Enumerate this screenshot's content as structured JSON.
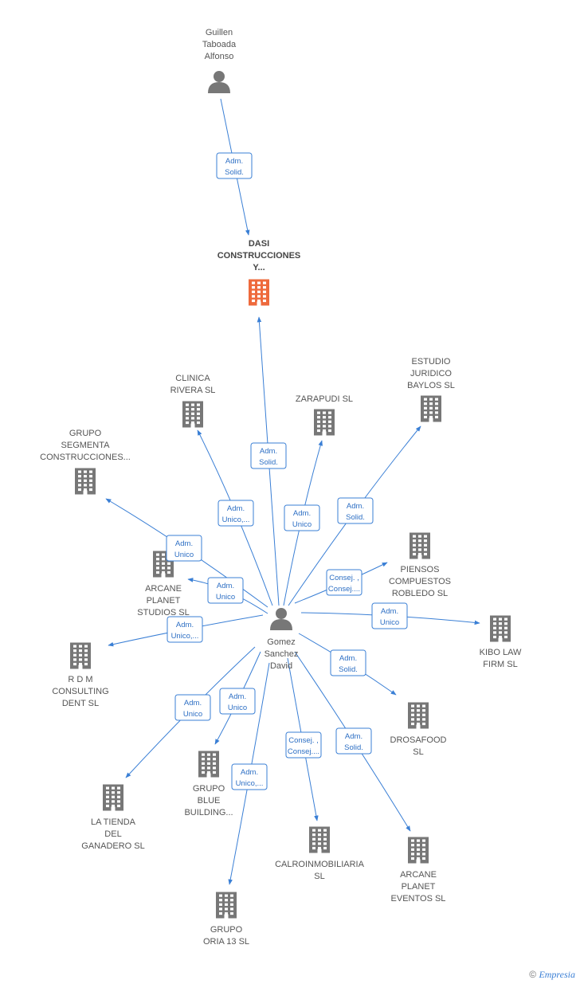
{
  "colors": {
    "edge": "#3a7fd5",
    "company": "#777777",
    "focus": "#ee6a3c",
    "person": "#777777"
  },
  "nodes": [
    {
      "id": "guillen",
      "type": "person",
      "label": [
        "Guillen",
        "Taboada",
        "Alfonso"
      ]
    },
    {
      "id": "dasi",
      "type": "focus",
      "label": [
        "DASI",
        "CONSTRUCCIONES",
        "Y..."
      ]
    },
    {
      "id": "gomez",
      "type": "person",
      "label": [
        "Gomez",
        "Sanchez",
        "David"
      ]
    },
    {
      "id": "clinica",
      "type": "company",
      "label": [
        "CLINICA",
        "RIVERA  SL"
      ]
    },
    {
      "id": "zarapudi",
      "type": "company",
      "label": [
        "ZARAPUDI  SL"
      ]
    },
    {
      "id": "estudio",
      "type": "company",
      "label": [
        "ESTUDIO",
        "JURIDICO",
        "BAYLOS SL"
      ]
    },
    {
      "id": "segmenta",
      "type": "company",
      "label": [
        "GRUPO",
        "SEGMENTA",
        "CONSTRUCCIONES..."
      ]
    },
    {
      "id": "arcane_studios",
      "type": "company",
      "label": [
        "ARCANE",
        "PLANET",
        "STUDIOS  SL"
      ]
    },
    {
      "id": "piensos",
      "type": "company",
      "label": [
        "PIENSOS",
        "COMPUESTOS",
        "ROBLEDO  SL"
      ]
    },
    {
      "id": "kibo",
      "type": "company",
      "label": [
        "KIBO LAW",
        "FIRM SL"
      ]
    },
    {
      "id": "rdm",
      "type": "company",
      "label": [
        "R D M",
        "CONSULTING",
        "DENT  SL"
      ]
    },
    {
      "id": "drosafood",
      "type": "company",
      "label": [
        "DROSAFOOD",
        "SL"
      ]
    },
    {
      "id": "blue",
      "type": "company",
      "label": [
        "GRUPO",
        "BLUE",
        "BUILDING..."
      ]
    },
    {
      "id": "tienda",
      "type": "company",
      "label": [
        "LA TIENDA",
        "DEL",
        "GANADERO  SL"
      ]
    },
    {
      "id": "calro",
      "type": "company",
      "label": [
        "CALROINMOBILIARIA",
        "SL"
      ]
    },
    {
      "id": "arcane_eventos",
      "type": "company",
      "label": [
        "ARCANE",
        "PLANET",
        "EVENTOS  SL"
      ]
    },
    {
      "id": "oria",
      "type": "company",
      "label": [
        "GRUPO",
        "ORIA 13  SL"
      ]
    }
  ],
  "edges": [
    {
      "from": "guillen",
      "to": "dasi",
      "label": [
        "Adm.",
        "Solid."
      ]
    },
    {
      "from": "gomez",
      "to": "dasi",
      "label": [
        "Adm.",
        "Solid."
      ]
    },
    {
      "from": "gomez",
      "to": "clinica",
      "label": [
        "Adm.",
        "Unico,..."
      ]
    },
    {
      "from": "gomez",
      "to": "zarapudi",
      "label": [
        "Adm.",
        "Unico"
      ]
    },
    {
      "from": "gomez",
      "to": "estudio",
      "label": [
        "Adm.",
        "Solid."
      ]
    },
    {
      "from": "gomez",
      "to": "segmenta",
      "label": [
        "Adm.",
        "Unico"
      ]
    },
    {
      "from": "gomez",
      "to": "arcane_studios",
      "label": [
        "Adm.",
        "Unico"
      ]
    },
    {
      "from": "gomez",
      "to": "piensos",
      "label": [
        "Consej. ,",
        "Consej...."
      ]
    },
    {
      "from": "gomez",
      "to": "kibo",
      "label": [
        "Adm.",
        "Unico"
      ]
    },
    {
      "from": "gomez",
      "to": "rdm",
      "label": [
        "Adm.",
        "Unico,..."
      ]
    },
    {
      "from": "gomez",
      "to": "drosafood",
      "label": [
        "Adm.",
        "Solid."
      ]
    },
    {
      "from": "gomez",
      "to": "blue",
      "label": [
        "Adm.",
        "Unico"
      ]
    },
    {
      "from": "gomez",
      "to": "tienda",
      "label": [
        "Adm.",
        "Unico"
      ]
    },
    {
      "from": "gomez",
      "to": "calro",
      "label": [
        "Consej. ,",
        "Consej...."
      ]
    },
    {
      "from": "gomez",
      "to": "arcane_eventos",
      "label": [
        "Adm.",
        "Solid."
      ]
    },
    {
      "from": "gomez",
      "to": "oria",
      "label": [
        "Adm.",
        "Unico,..."
      ]
    }
  ],
  "footer": {
    "copyright": "©",
    "brand": "Empresia"
  }
}
